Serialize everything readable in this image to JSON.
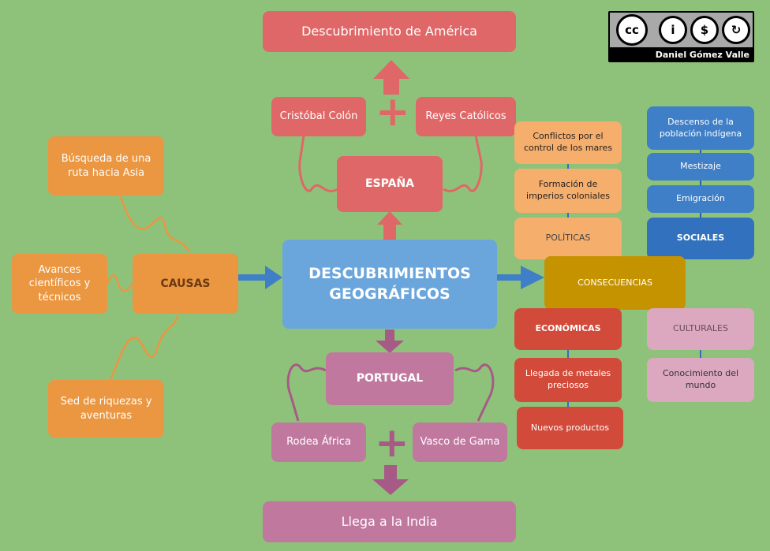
{
  "title": "Descubrimiento de América",
  "center": {
    "line1": "DESCUBRIMIENTOS",
    "line2": "GEOGRÁFICOS"
  },
  "causes": {
    "label": "CAUSAS",
    "items": [
      {
        "text": "Búsqueda de una ruta hacia Asia"
      },
      {
        "text": "Avances científicos y técnicos"
      },
      {
        "text": "Sed de riquezas y aventuras"
      }
    ]
  },
  "spain": {
    "label": "ESPAÑA",
    "left": "Cristóbal Colón",
    "right": "Reyes Católicos",
    "plus": "+"
  },
  "portugal": {
    "label": "PORTUGAL",
    "left": "Rodea África",
    "right": "Vasco de Gama",
    "plus": "+",
    "result": "Llega a la India"
  },
  "consequences": {
    "label": "CONSECUENCIAS",
    "politicas": {
      "label": "POLÍTICAS",
      "items": [
        "Conflictos por el control de los mares",
        "Formación de imperios coloniales"
      ]
    },
    "sociales": {
      "label": "SOCIALES",
      "items": [
        "Descenso de la población indígena",
        "Mestizaje",
        "Emigración"
      ]
    },
    "economicas": {
      "label": "ECONÓMICAS",
      "items": [
        "Llegada de metales preciosos",
        "Nuevos productos"
      ]
    },
    "culturales": {
      "label": "CULTURALES",
      "items": [
        "Conocimiento del mundo"
      ]
    }
  },
  "license": {
    "icons": [
      "cc-icon",
      "by-icon",
      "nc-icon",
      "sa-icon"
    ],
    "symbols": [
      "cc",
      "i",
      "$",
      "↻"
    ],
    "author": "Daniel Gómez Valle"
  },
  "colors": {
    "background": "#8ec27b",
    "spain": "#e06767",
    "causes": "#eb9640",
    "portugal": "#c0789f",
    "center": "#6aa6dc",
    "politicas": "#f6ae6c",
    "sociales": "#3f7fc7",
    "consecuencias": "#c69300",
    "economicas": "#d24a3a",
    "culturales": "#dca8c0"
  }
}
